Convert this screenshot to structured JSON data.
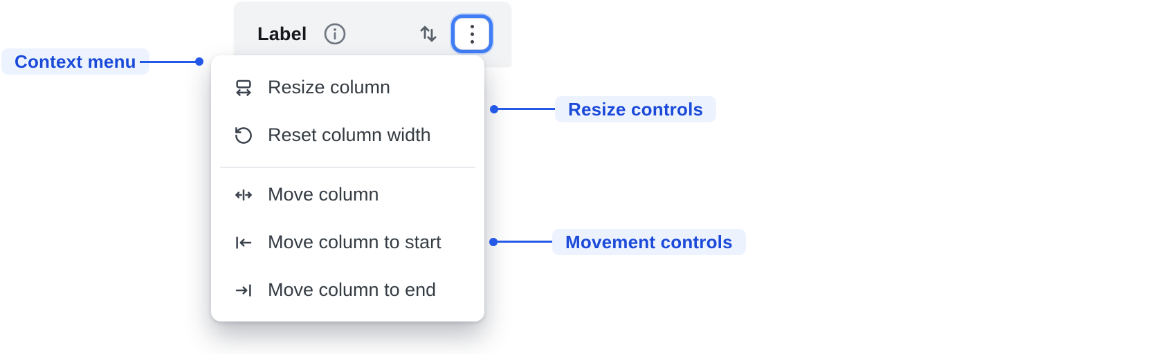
{
  "header": {
    "label": "Label",
    "info_icon": "info-icon",
    "sort_icon": "sort-arrows-icon",
    "menu_icon": "kebab-menu-icon"
  },
  "context_menu": {
    "items": [
      {
        "icon": "resize-column-icon",
        "label": "Resize column"
      },
      {
        "icon": "reset-column-width-icon",
        "label": "Reset column width"
      },
      {
        "icon": "move-column-icon",
        "label": "Move column"
      },
      {
        "icon": "move-column-to-start-icon",
        "label": "Move column to start"
      },
      {
        "icon": "move-column-to-end-icon",
        "label": "Move column to end"
      }
    ]
  },
  "annotations": {
    "context_menu_label": "Context menu",
    "resize_controls_label": "Resize controls",
    "movement_controls_label": "Movement controls"
  },
  "colors": {
    "annotation_text": "#1b4ad9",
    "annotation_bg": "#edf3fe",
    "connector_blue": "#2458e6",
    "focus_ring_blue": "#3f7df6",
    "header_bg": "#f1f3f5",
    "menu_bg": "#ffffff",
    "menu_text": "#343b42",
    "icon_gray": "#3a424c"
  }
}
